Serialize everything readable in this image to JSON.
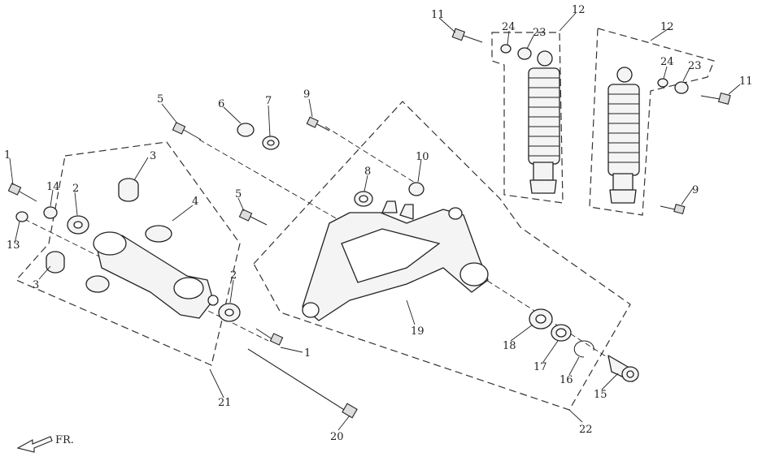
{
  "callouts": [
    {
      "id": "c11a",
      "text": "11"
    },
    {
      "id": "c12a",
      "text": "12"
    },
    {
      "id": "c24a",
      "text": "24"
    },
    {
      "id": "c23a",
      "text": "23"
    },
    {
      "id": "c12b",
      "text": "12"
    },
    {
      "id": "c24b",
      "text": "24"
    },
    {
      "id": "c23b",
      "text": "23"
    },
    {
      "id": "c11b",
      "text": "11"
    },
    {
      "id": "c9a",
      "text": "9"
    },
    {
      "id": "c9b",
      "text": "9"
    },
    {
      "id": "c10",
      "text": "10"
    },
    {
      "id": "c8",
      "text": "8"
    },
    {
      "id": "c7",
      "text": "7"
    },
    {
      "id": "c6",
      "text": "6"
    },
    {
      "id": "c5a",
      "text": "5"
    },
    {
      "id": "c5b",
      "text": "5"
    },
    {
      "id": "c3a",
      "text": "3"
    },
    {
      "id": "c4",
      "text": "4"
    },
    {
      "id": "c1a",
      "text": "1"
    },
    {
      "id": "c14",
      "text": "14"
    },
    {
      "id": "c2a",
      "text": "2"
    },
    {
      "id": "c13",
      "text": "13"
    },
    {
      "id": "c3b",
      "text": "3"
    },
    {
      "id": "c2b",
      "text": "2"
    },
    {
      "id": "c1b",
      "text": "1"
    },
    {
      "id": "c21",
      "text": "21"
    },
    {
      "id": "c20",
      "text": "20"
    },
    {
      "id": "c19",
      "text": "19"
    },
    {
      "id": "c18",
      "text": "18"
    },
    {
      "id": "c17",
      "text": "17"
    },
    {
      "id": "c16",
      "text": "16"
    },
    {
      "id": "c15",
      "text": "15"
    },
    {
      "id": "c22",
      "text": "22"
    }
  ],
  "front_marker": "FR."
}
